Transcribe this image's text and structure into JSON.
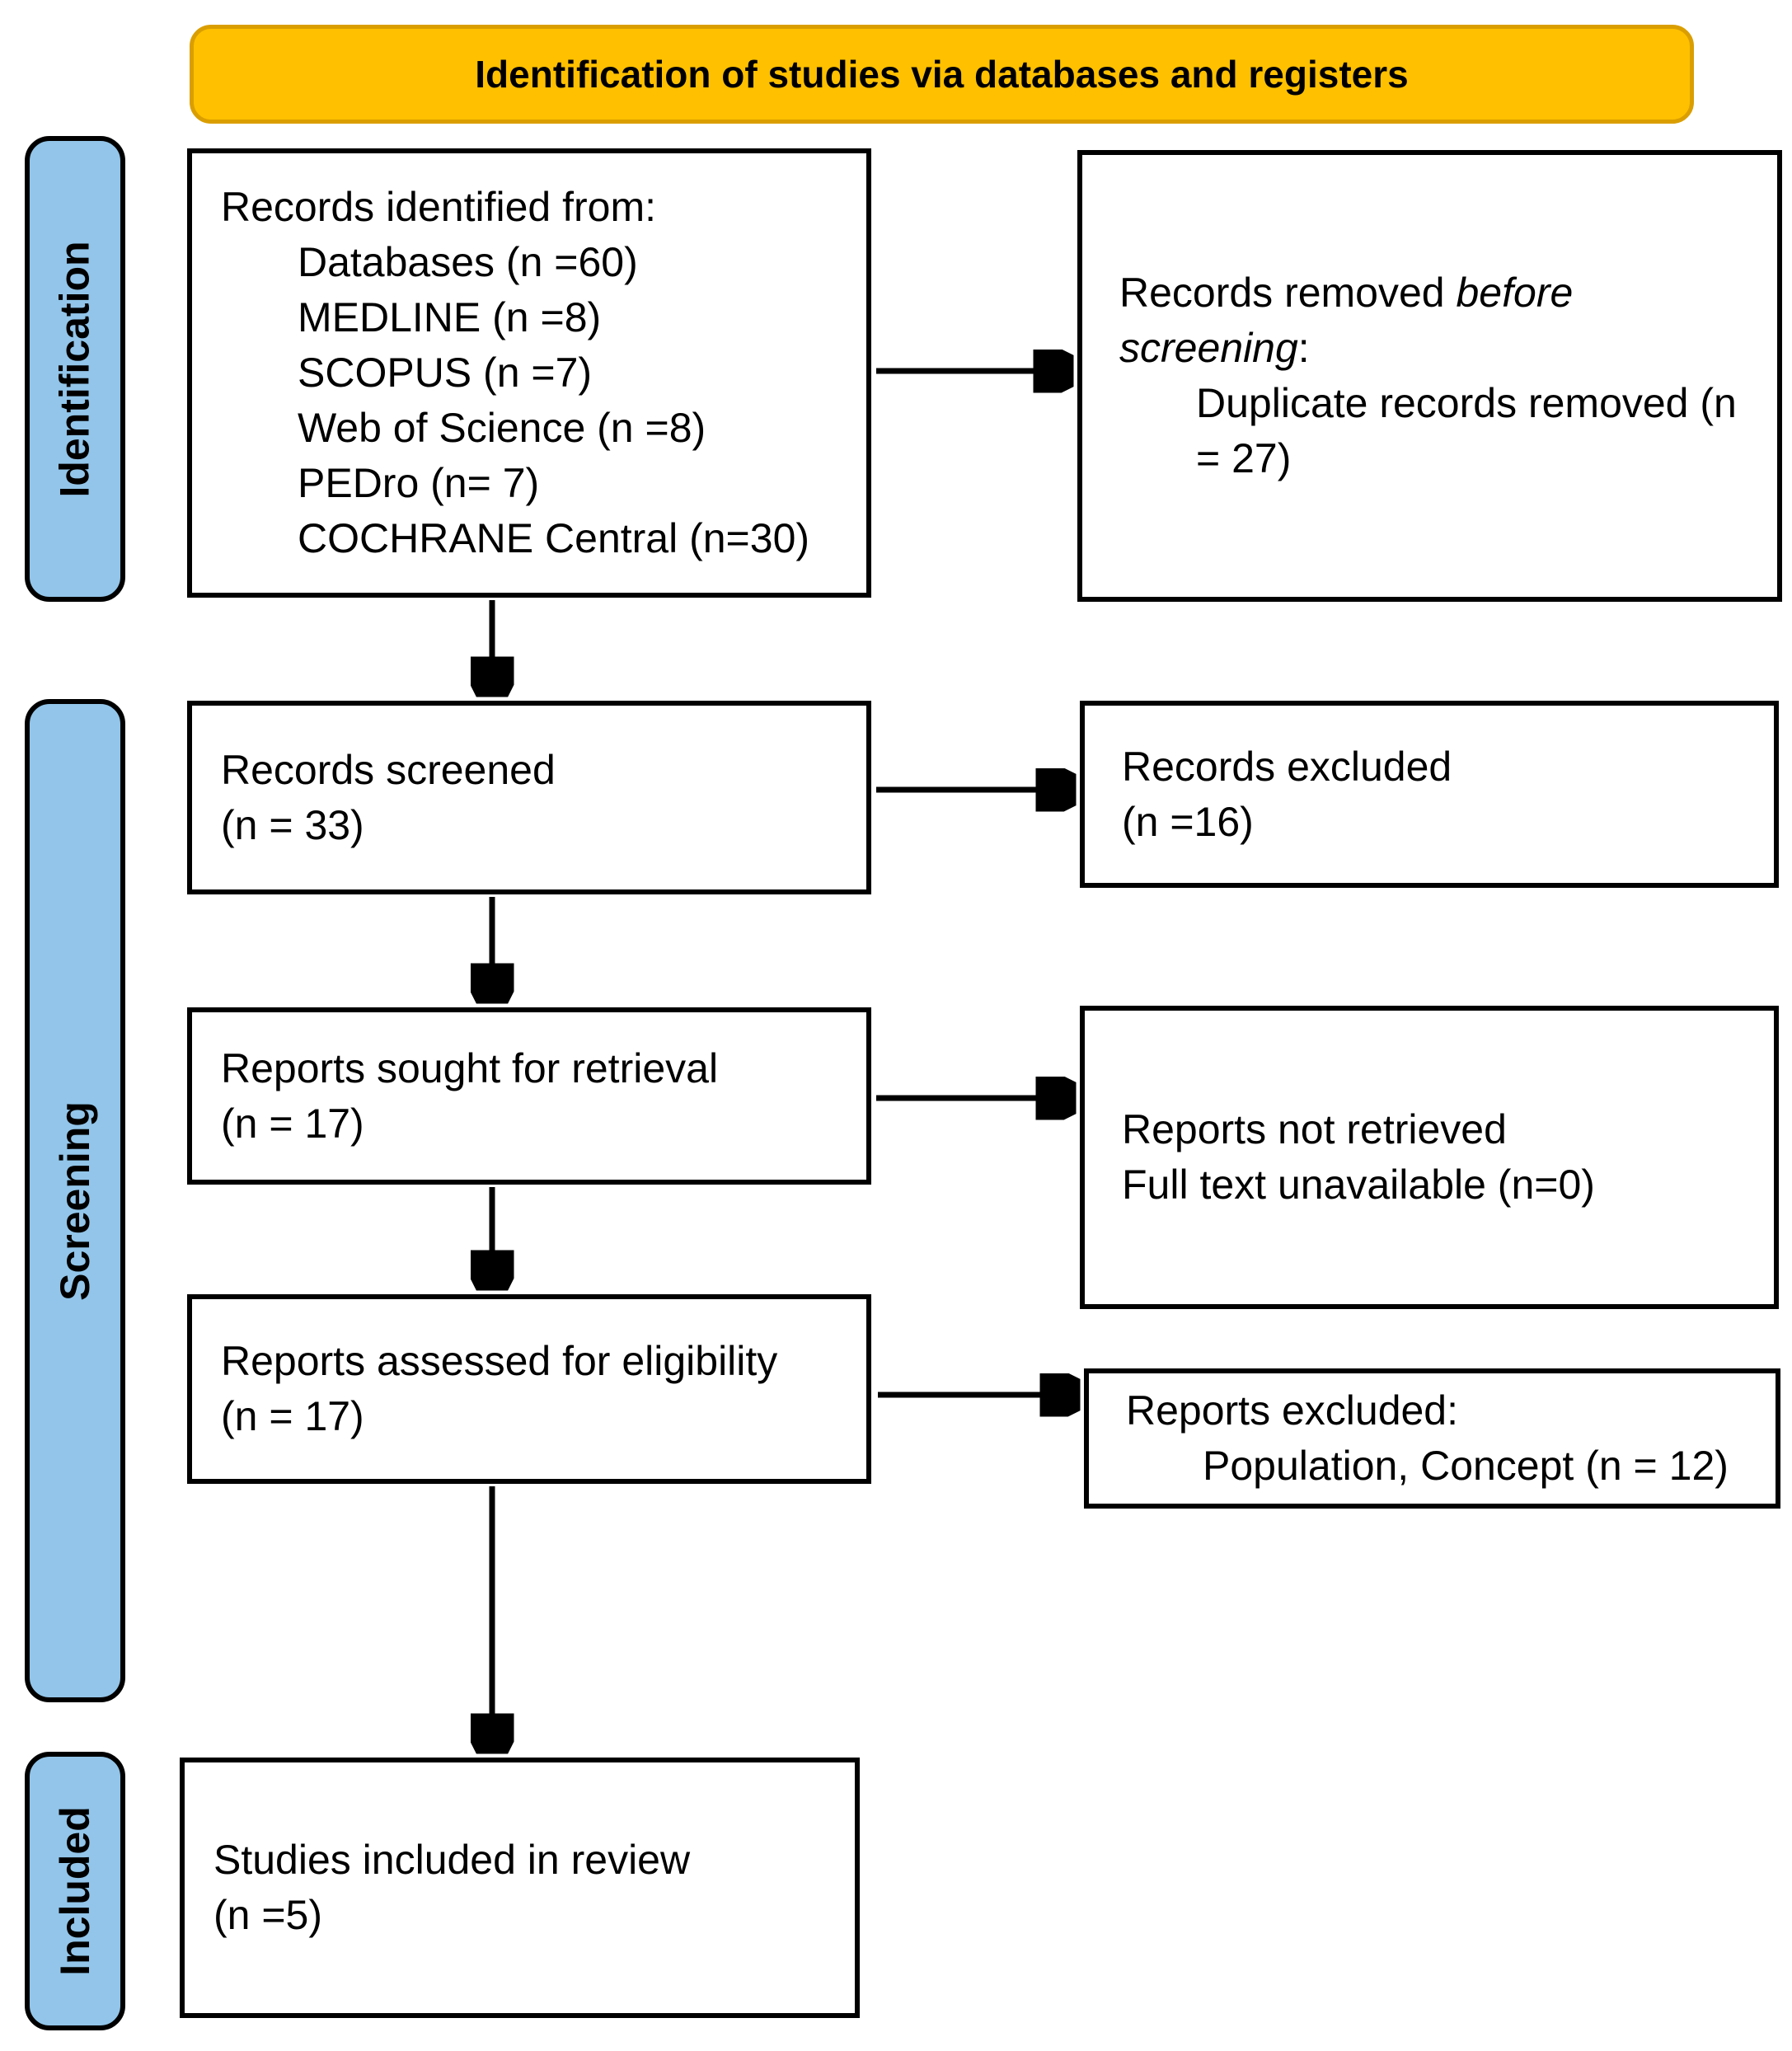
{
  "banner": {
    "title": "Identification of studies via databases and registers"
  },
  "stage_labels": {
    "identification": "Identification",
    "screening": "Screening",
    "included": "Included"
  },
  "boxes": {
    "records_identified": {
      "intro": "Records identified from:",
      "items": [
        "Databases (n =60)",
        "MEDLINE (n =8)",
        "SCOPUS (n =7)",
        "Web of Science (n =8)",
        "PEDro (n= 7)",
        "COCHRANE Central (n=30)"
      ]
    },
    "records_removed": {
      "prefix": "Records removed ",
      "italic": "before screening",
      "suffix": ":",
      "items": [
        "Duplicate records removed (n = 27)"
      ]
    },
    "records_screened": {
      "lines": [
        "Records screened",
        "(n = 33)"
      ]
    },
    "records_excluded": {
      "lines": [
        "Records excluded",
        "(n =16)"
      ]
    },
    "reports_sought": {
      "lines": [
        "Reports sought for retrieval",
        "(n = 17)"
      ]
    },
    "reports_not_retrieved": {
      "lines": [
        "Reports not retrieved",
        "Full text unavailable (n=0)"
      ]
    },
    "reports_assessed": {
      "lines": [
        "Reports assessed for eligibility",
        "(n = 17)"
      ]
    },
    "reports_excluded": {
      "intro": "Reports excluded:",
      "items": [
        "Population, Concept (n = 12)"
      ]
    },
    "studies_included": {
      "lines": [
        "Studies included in review",
        "(n =5)"
      ]
    }
  },
  "colors": {
    "banner_fill": "#FFC000",
    "banner_border": "#DA9E00",
    "stage_fill": "#92C5E9",
    "box_bg": "#FFFFFF",
    "line": "#000000",
    "text": "#000000"
  }
}
